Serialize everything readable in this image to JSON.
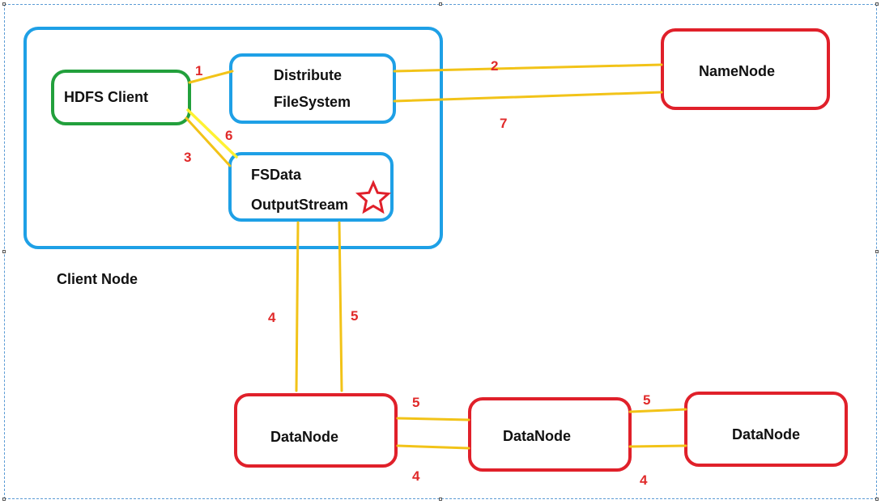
{
  "client_node": {
    "label": "Client Node"
  },
  "hdfs_client": {
    "label": "HDFS Client"
  },
  "distribute_fs": {
    "line1": "Distribute",
    "line2": "FileSystem"
  },
  "fsdata_stream": {
    "line1": "FSData",
    "line2": "OutputStream"
  },
  "namenode": {
    "label": "NameNode"
  },
  "datanodes": [
    {
      "label": "DataNode"
    },
    {
      "label": "DataNode"
    },
    {
      "label": "DataNode"
    }
  ],
  "steps": {
    "s1": "1",
    "s2": "2",
    "s3": "3",
    "s4a": "4",
    "s5a": "5",
    "s6": "6",
    "s7": "7",
    "s5b": "5",
    "s4b": "4",
    "s5c": "5",
    "s4c": "4"
  },
  "colors": {
    "client_border": "#1ea0e6",
    "hdfs_client_border": "#22a03c",
    "namenode_border": "#e0202a",
    "datanode_border": "#e0202a",
    "connector": "#f2c318",
    "step_numbers": "#e02a2a",
    "star": "#e0202a"
  },
  "icons": {
    "star": "star-icon"
  }
}
